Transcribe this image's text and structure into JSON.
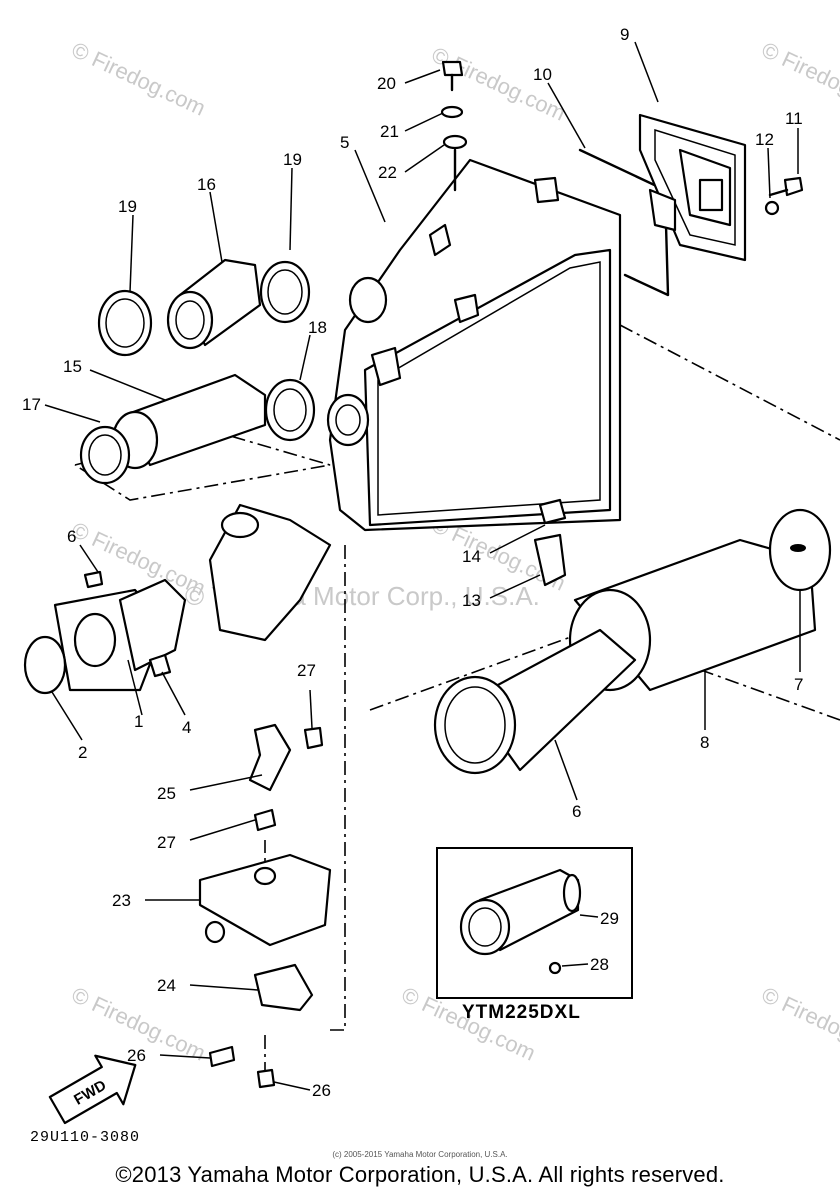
{
  "diagram": {
    "callouts": [
      "1",
      "2",
      "4",
      "5",
      "6",
      "6",
      "7",
      "8",
      "9",
      "10",
      "11",
      "12",
      "13",
      "14",
      "15",
      "16",
      "17",
      "18",
      "19",
      "19",
      "20",
      "21",
      "22",
      "23",
      "24",
      "25",
      "26",
      "26",
      "27",
      "27",
      "28",
      "29"
    ],
    "variant_box": {
      "label": "YTM225DXL",
      "callouts": [
        "28",
        "29"
      ]
    },
    "direction_arrow": "FWD",
    "drawing_number": "29U110-3080",
    "watermark": "© Firedog.com",
    "center_watermark": "© Yamaha Motor Corp., U.S.A.",
    "fine_print": "(c) 2005-2015 Yamaha Motor Corporation, U.S.A.",
    "copyright": "©2013 Yamaha Motor Corporation, U.S.A. All rights reserved."
  }
}
